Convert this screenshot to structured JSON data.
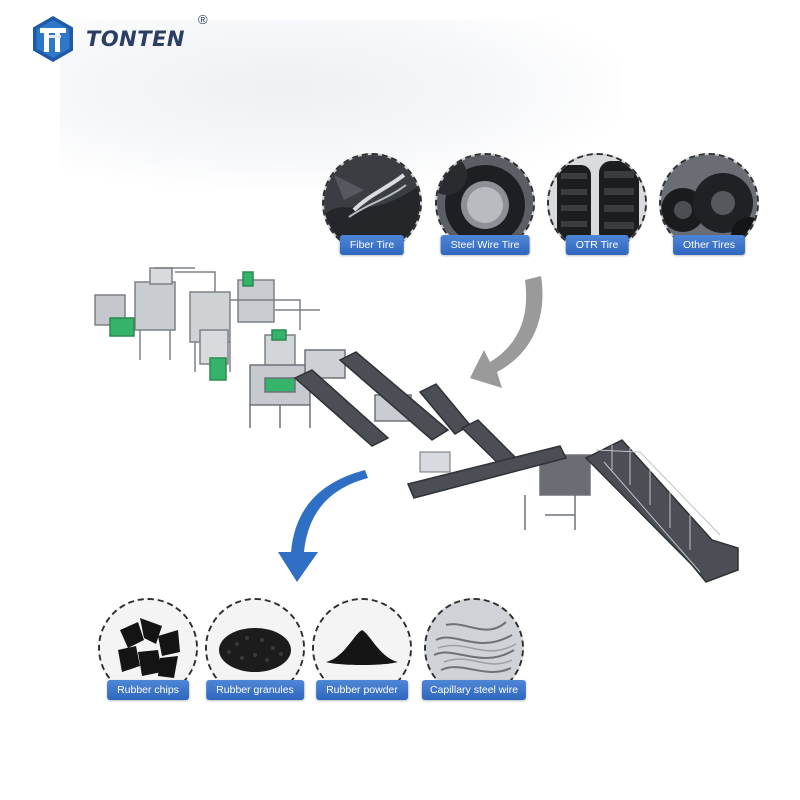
{
  "brand": {
    "name": "TONTEN",
    "registered_mark": "®"
  },
  "input_tires": [
    {
      "label": "Fiber Tire",
      "icon": "fiber-tire-image"
    },
    {
      "label": "Steel Wire Tire",
      "icon": "steel-wire-tire-image"
    },
    {
      "label": "OTR Tire",
      "icon": "otr-tire-image"
    },
    {
      "label": "Other Tires",
      "icon": "other-tires-image"
    }
  ],
  "outputs": [
    {
      "label": "Rubber chips",
      "icon": "rubber-chips-image"
    },
    {
      "label": "Rubber granules",
      "icon": "rubber-granules-image"
    },
    {
      "label": "Rubber powder",
      "icon": "rubber-powder-image"
    },
    {
      "label": "Capillary steel wire",
      "icon": "steel-wire-image"
    }
  ],
  "colors": {
    "label_blue": "#3a73c9",
    "arrow_gray": "#9a9a9a",
    "arrow_blue": "#2f6fc4",
    "machine_green": "#36b36b",
    "logo_blue": "#1f5aa6"
  }
}
